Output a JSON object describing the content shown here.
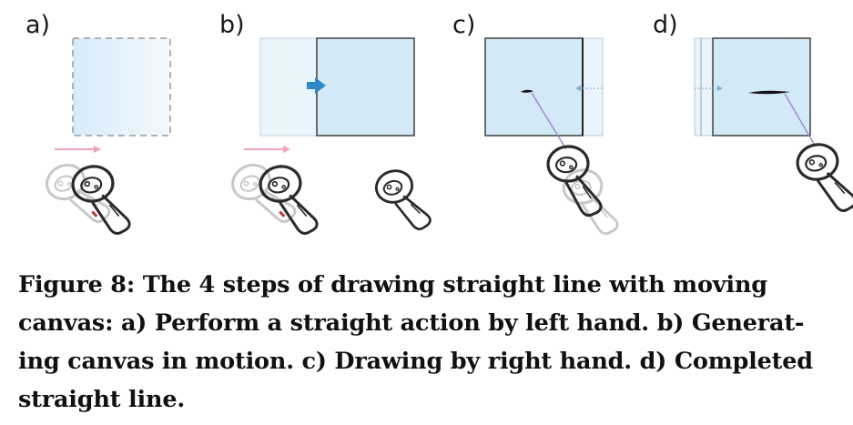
{
  "panels": {
    "a": {
      "label": "a)"
    },
    "b": {
      "label": "b)"
    },
    "c": {
      "label": "c)"
    },
    "d": {
      "label": "d)"
    }
  },
  "caption": {
    "lines": [
      "Figure 8: The 4 steps of drawing straight line with moving",
      "canvas: a) Perform a straight action by left hand. b) Generat-",
      "ing canvas in motion. c) Drawing by right hand. d) Completed",
      "straight line."
    ]
  },
  "colors": {
    "canvas_fill": "#d2e9f8",
    "canvas_fill_faint": "#e8f4fc",
    "motion_arrow_pink": "#f0a3b6",
    "motion_arrow_blue": "#2f86c8",
    "controller_stroke": "#2a2a2a",
    "controller_faded": "#c8c8c8",
    "pointer_ray": "#9a80c4",
    "stroke_black": "#111111"
  },
  "icons": [
    "dashed-canvas-outline",
    "pink-motion-arrow",
    "blue-motion-arrow",
    "vr-controller-icon"
  ]
}
